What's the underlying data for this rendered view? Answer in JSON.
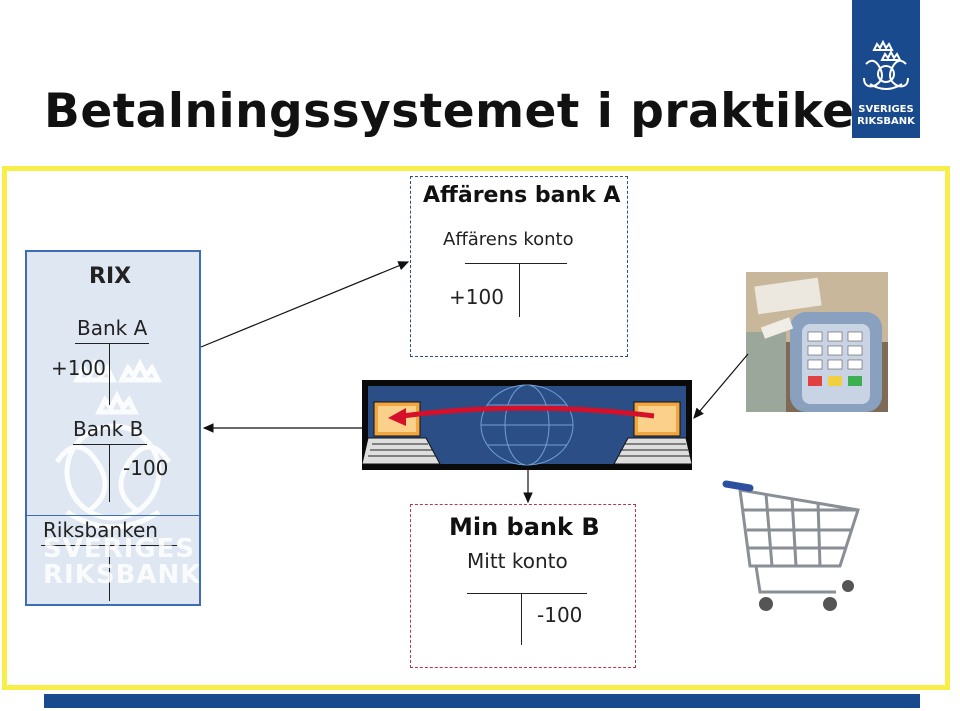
{
  "slide": {
    "title": "Betalningssystemet i praktiken"
  },
  "logo": {
    "line1": "SVERIGES",
    "line2": "RIKSBANK",
    "icon": "crowned-lions-emblem"
  },
  "rix": {
    "title": "RIX",
    "bank_a": {
      "label": "Bank A",
      "debit": "+100"
    },
    "bank_b": {
      "label": "Bank B",
      "credit": "-100"
    },
    "footer": {
      "label": "Riksbanken"
    },
    "watermark": {
      "line1": "SVERIGES",
      "line2": "RIKSBANK"
    }
  },
  "merchant_bank": {
    "title": "Affärens bank A",
    "account_label": "Affärens konto",
    "debit": "+100"
  },
  "my_bank": {
    "title": "Min bank B",
    "account_label": "Mitt konto",
    "credit": "-100"
  },
  "images": {
    "network": "computer-network-transfer-icon",
    "terminal": "card-payment-terminal-icon",
    "cart": "shopping-cart-icon"
  },
  "colors": {
    "brand_blue": "#1a4a8e",
    "frame_yellow": "#f7ee4a",
    "transfer_arrow": "#d4102a"
  }
}
